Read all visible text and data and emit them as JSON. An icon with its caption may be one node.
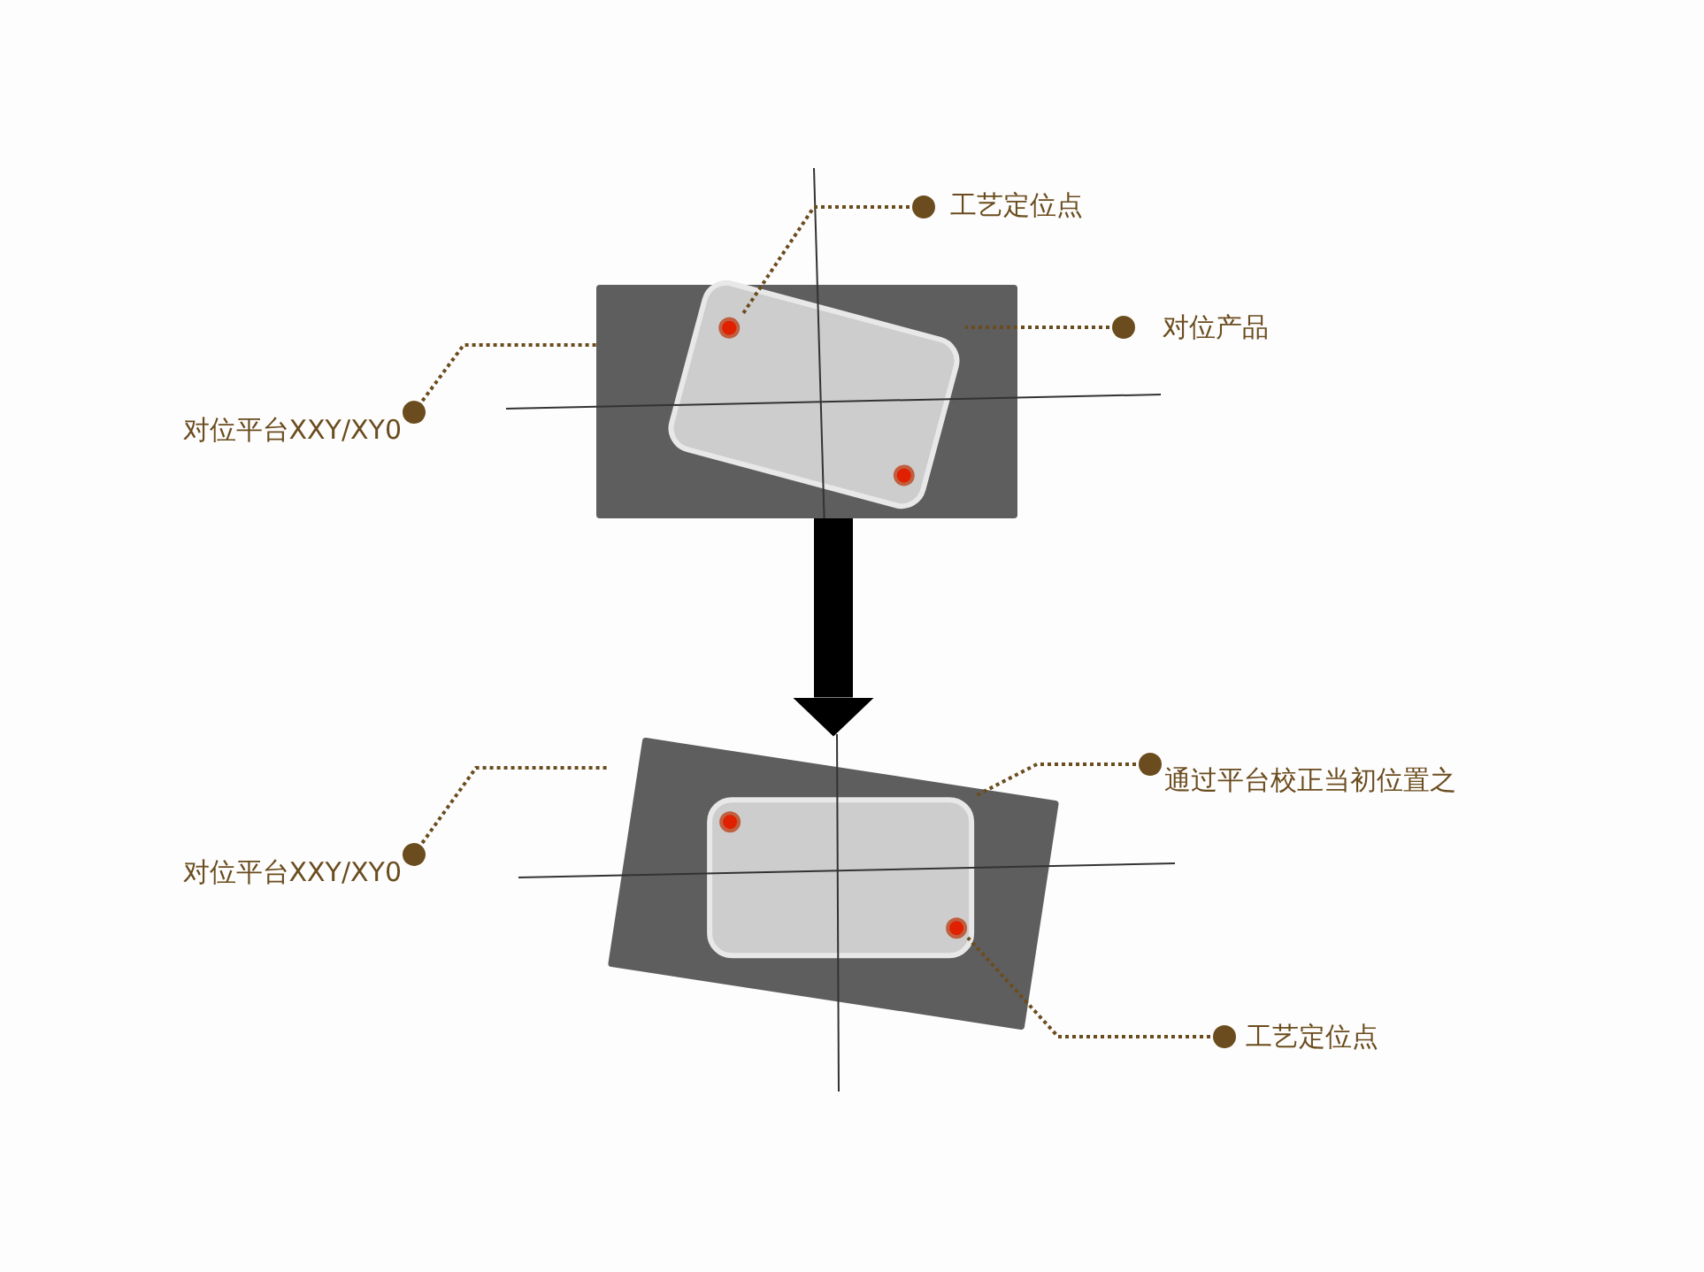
{
  "diagram": {
    "nodes": [
      {
        "text": [
          "工艺定位点"
        ]
      },
      {
        "text": [
          "对位产品"
        ]
      },
      {
        "text": [],
        "shape": "box"
      },
      {
        "text": [],
        "shape": "box",
        "in": 2
      },
      {
        "text": [],
        "shape": "circle",
        "in": 3
      },
      {
        "text": [],
        "shape": "circle",
        "in": 3
      },
      {
        "text": [
          "对位平台XXY/XY0"
        ]
      },
      {
        "text": [
          "对位平台XXY/XY0"
        ]
      },
      {
        "text": [
          "通过平台校正当初位置之"
        ]
      },
      {
        "text": [],
        "shape": "box"
      },
      {
        "text": [],
        "shape": "box",
        "in": 9
      },
      {
        "text": [],
        "shape": "circle",
        "in": 10
      },
      {
        "text": [],
        "shape": "circle",
        "in": 10
      },
      {
        "text": [
          "工艺定位点"
        ]
      }
    ],
    "edges": [
      {
        "from": 0,
        "to": 4,
        "arrow": "other",
        "style": "dashed"
      },
      {
        "from": 1,
        "to": 3,
        "arrow": "other",
        "style": "dashed"
      },
      {
        "from": 6,
        "to": 2,
        "arrow": "other",
        "style": "dashed"
      },
      {
        "from": 2,
        "to": 9,
        "arrow": "to",
        "style": "thick",
        "color": "#000000"
      },
      {
        "from": 7,
        "to": 9,
        "arrow": "other",
        "style": "dashed"
      },
      {
        "from": 8,
        "to": 10,
        "arrow": "other",
        "style": "dashed"
      },
      {
        "from": 13,
        "to": 12,
        "arrow": "other",
        "style": "dashed"
      }
    ]
  }
}
